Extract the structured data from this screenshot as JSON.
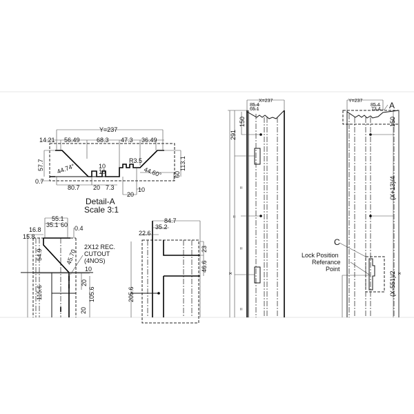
{
  "detail_a": {
    "overall": "Y=237",
    "top_dims": [
      "14.21",
      "56.49",
      "68.3",
      "47.3",
      "36.49"
    ],
    "left_height": "57.7",
    "left_offset": "0.7",
    "angle_left": "44.74°",
    "angle_right": "44.60°",
    "radius": "R3.5",
    "right_dims": [
      "60",
      "113.1"
    ],
    "tooth_dims": [
      "10",
      "10"
    ],
    "bottom_dims": [
      "80.7",
      "20",
      "7.3",
      "20",
      "10"
    ],
    "title": "Detail-A",
    "scale": "Scale 3:1"
  },
  "section_left": {
    "dims": [
      "55.1",
      "35.1",
      "60",
      "0.4",
      "16.8",
      "15.8",
      "54.9",
      "45.70",
      "10",
      "20",
      "115.6",
      "105.6",
      "20"
    ],
    "note": [
      "2X12 REC.",
      "CUTOUT",
      "(4NOS)"
    ]
  },
  "section_mid": {
    "dims": [
      "84.7",
      "35.2",
      "22.6",
      "23",
      "46.6",
      "205.6"
    ]
  },
  "elevation_x": {
    "width": "X=237",
    "dims": [
      "85.4",
      "65.1",
      "150",
      "291"
    ],
    "height": "x",
    "equal": [
      "=",
      "=",
      "=",
      "="
    ]
  },
  "elevation_y": {
    "width": "Y=237",
    "dims": [
      "85.4",
      "73.4",
      "150"
    ],
    "detail_ref": "A",
    "section_ref": "C",
    "formula_1": "(X+13)/4",
    "formula_2": "(X-551)/2",
    "height": "x",
    "lock_note": [
      "Lock Position",
      "Referance",
      "Point"
    ]
  }
}
